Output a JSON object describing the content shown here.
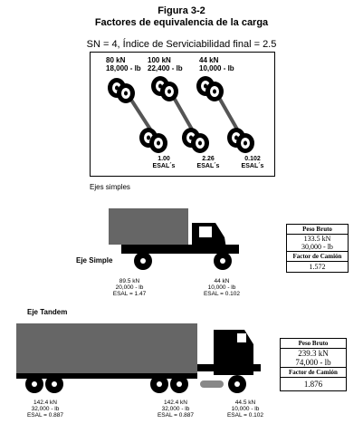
{
  "figure": {
    "label": "Figura 3-2",
    "title": "Factores de equivalencia de la carga"
  },
  "condition_line": "SN = 4,   Índice de Serviciabilidad final = 2.5",
  "axles": [
    {
      "kn": "80 kN",
      "lb": "18,000 - lb",
      "esal_value": "1.00",
      "esal_unit": "ESAL´s"
    },
    {
      "kn": "100 kN",
      "lb": "22,400 - lb",
      "esal_value": "2.26",
      "esal_unit": "ESAL´s"
    },
    {
      "kn": "44 kN",
      "lb": "10,000 - lb",
      "esal_value": "0.102",
      "esal_unit": "ESAL´s"
    }
  ],
  "section_simple": "Ejes simples",
  "eje_simple_label": "Eje Simple",
  "simple_truck": {
    "rear_axle": {
      "kn": "89.5 kN",
      "lb": "20,000 - lb",
      "esal": "ESAL = 1.47"
    },
    "front_axle": {
      "kn": "44 kN",
      "lb": "10,000 - lb",
      "esal": "ESAL = 0.102"
    },
    "table": {
      "header": "Peso Bruto",
      "kn": "133.5 kN",
      "lb": "30,000 - lb",
      "factor_label": "Factor de Camión",
      "factor": "1.572"
    }
  },
  "section_tandem": "Eje Tandem",
  "tandem_truck": {
    "trailer_axle": {
      "kn": "142.4 kN",
      "lb": "32,000 - lb",
      "esal": "ESAL = 0.887"
    },
    "drive_axle": {
      "kn": "142.4 kN",
      "lb": "32,000 - lb",
      "esal": "ESAL = 0.887"
    },
    "front_axle": {
      "kn": "44.5 kN",
      "lb": "10,000 - lb",
      "esal": "ESAL = 0.102"
    },
    "table": {
      "header": "Peso Bruto",
      "kn": "239.3 kN",
      "lb": "74,000 - lb",
      "factor_label": "Factor de Camión",
      "factor": "1.876"
    }
  }
}
